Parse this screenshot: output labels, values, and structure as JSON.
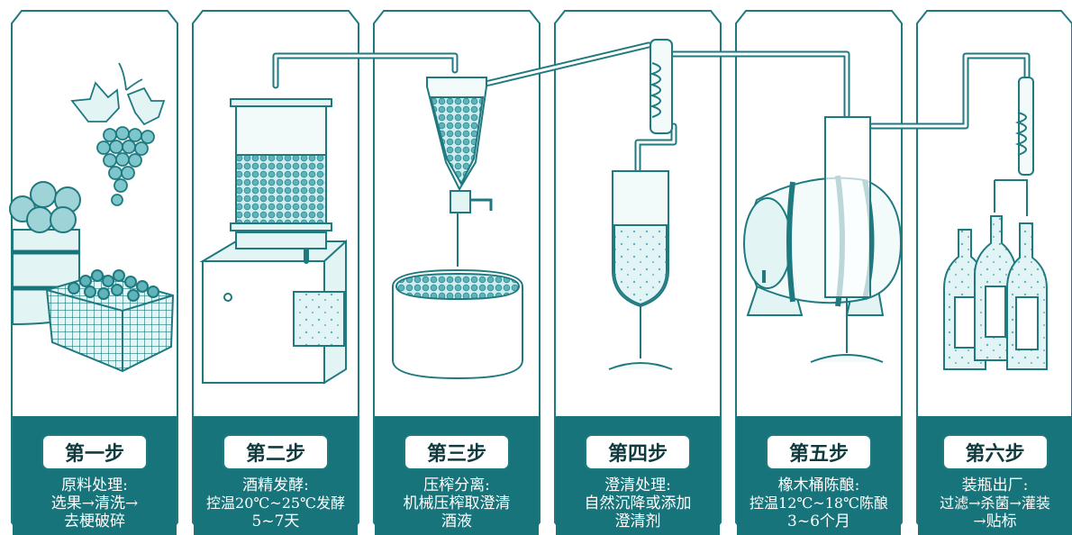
{
  "steps": [
    {
      "label": "第一步",
      "lines": [
        "原料处理:",
        "选果→清洗→",
        "去梗破碎"
      ]
    },
    {
      "label": "第二步",
      "lines": [
        "酒精发酵:",
        "控温20℃~25℃发酵",
        "5~7天"
      ]
    },
    {
      "label": "第三步",
      "lines": [
        "压榨分离:",
        "机械压榨取澄清",
        "酒液"
      ]
    },
    {
      "label": "第四步",
      "lines": [
        "澄清处理:",
        "自然沉降或添加",
        "澄清剂"
      ]
    },
    {
      "label": "第五步",
      "lines": [
        "橡木桶陈酿:",
        "控温12℃~18℃陈酿",
        "3~6个月"
      ]
    },
    {
      "label": "第六步",
      "lines": [
        "装瓶出厂:",
        "过滤→杀菌→灌装",
        "→贴标"
      ]
    }
  ],
  "colors": {
    "teal": "#1f7a80",
    "dark_teal": "#176b70",
    "fill_light": "#d3eef0",
    "fill_mid": "#7cc6cc"
  }
}
